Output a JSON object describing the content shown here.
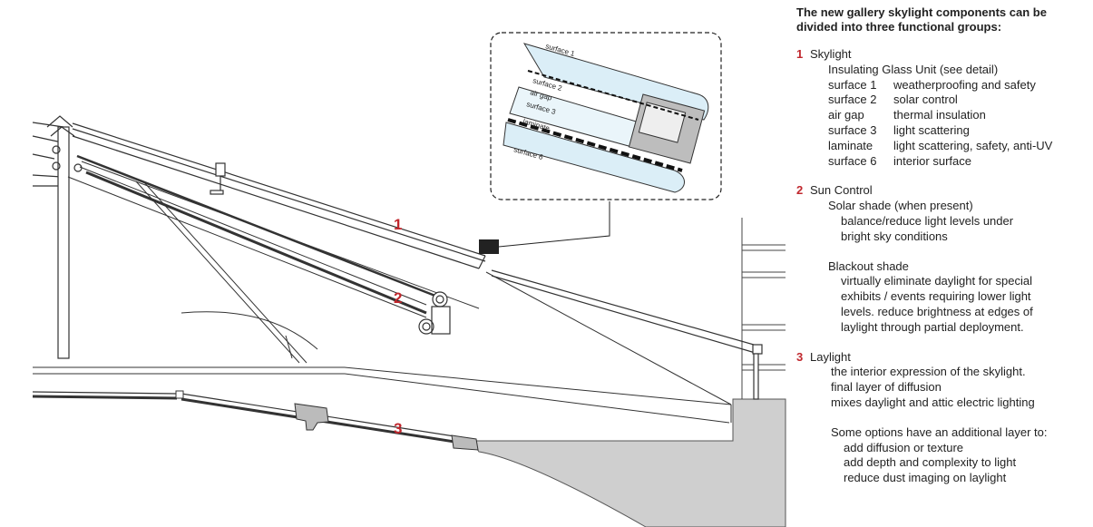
{
  "diagram": {
    "markers": [
      "1",
      "2",
      "3"
    ],
    "inset_labels": [
      "surface 1",
      "surface 2",
      "air gap",
      "surface 3",
      "laminate",
      "surface 6"
    ]
  },
  "panel": {
    "intro": "The new gallery skylight components can be divided into three functional groups:",
    "skylight": {
      "num": "1",
      "title": "Skylight",
      "sub": "Insulating Glass Unit (see detail)",
      "rows": [
        {
          "k": "surface 1",
          "v": "weatherproofing and safety"
        },
        {
          "k": "surface 2",
          "v": "solar control"
        },
        {
          "k": "air gap",
          "v": "thermal insulation"
        },
        {
          "k": "surface 3",
          "v": "light scattering"
        },
        {
          "k": "laminate",
          "v": "light scattering, safety, anti-UV"
        },
        {
          "k": "surface 6",
          "v": "interior surface"
        }
      ]
    },
    "sun": {
      "num": "2",
      "title": "Sun Control",
      "solar_title": "Solar shade (when present)",
      "solar_lines": [
        "balance/reduce light levels under",
        "bright sky conditions"
      ],
      "blackout_title": "Blackout shade",
      "blackout_lines": [
        "virtually eliminate daylight for special",
        "exhibits / events requiring lower light",
        "levels. reduce brightness at edges of",
        "laylight through partial deployment."
      ]
    },
    "laylight": {
      "num": "3",
      "title": "Laylight",
      "lines": [
        "the interior expression of the skylight.",
        "final layer of diffusion",
        "mixes daylight and attic electric lighting"
      ],
      "options_title": "Some options have an additional layer to:",
      "options": [
        "add diffusion or texture",
        "add depth and complexity to light",
        "reduce dust imaging on laylight"
      ]
    }
  }
}
